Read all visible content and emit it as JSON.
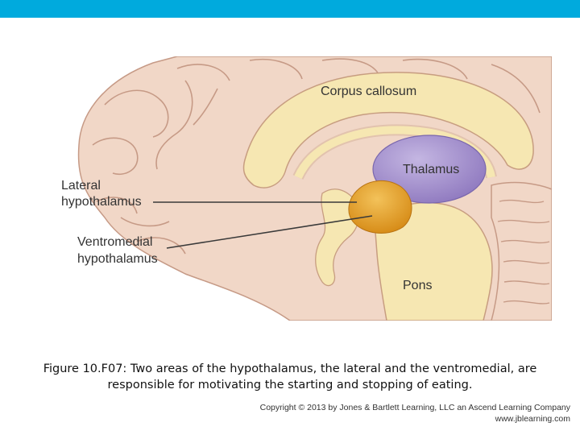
{
  "colors": {
    "header_bar": "#00aadd",
    "cortex": "#f1d7c7",
    "gyrus_line": "#c69a86",
    "white_matter": "#f6e7b2",
    "white_matter_outline": "#c79d80",
    "thalamus": "#9a86c6",
    "thalamus_highlight": "#c4b6e2",
    "hypothalamus_lateral": "#e9a92e",
    "hypothalamus_ventromedial": "#d58914",
    "pointer_line": "#3a3a3a"
  },
  "figure": {
    "labels": {
      "corpus_callosum": "Corpus callosum",
      "thalamus": "Thalamus",
      "pons": "Pons",
      "lateral_line1": "Lateral",
      "lateral_line2": "hypothalamus",
      "ventromedial_line1": "Ventromedial",
      "ventromedial_line2": "hypothalamus"
    }
  },
  "caption": {
    "line1": "Figure 10.F07: Two areas of the hypothalamus, the lateral and the ventromedial, are",
    "line2": "responsible for motivating the starting and stopping of eating."
  },
  "copyright": {
    "line1": "Copyright © 2013 by Jones & Bartlett Learning, LLC an Ascend Learning Company",
    "line2": "www.jblearning.com"
  }
}
